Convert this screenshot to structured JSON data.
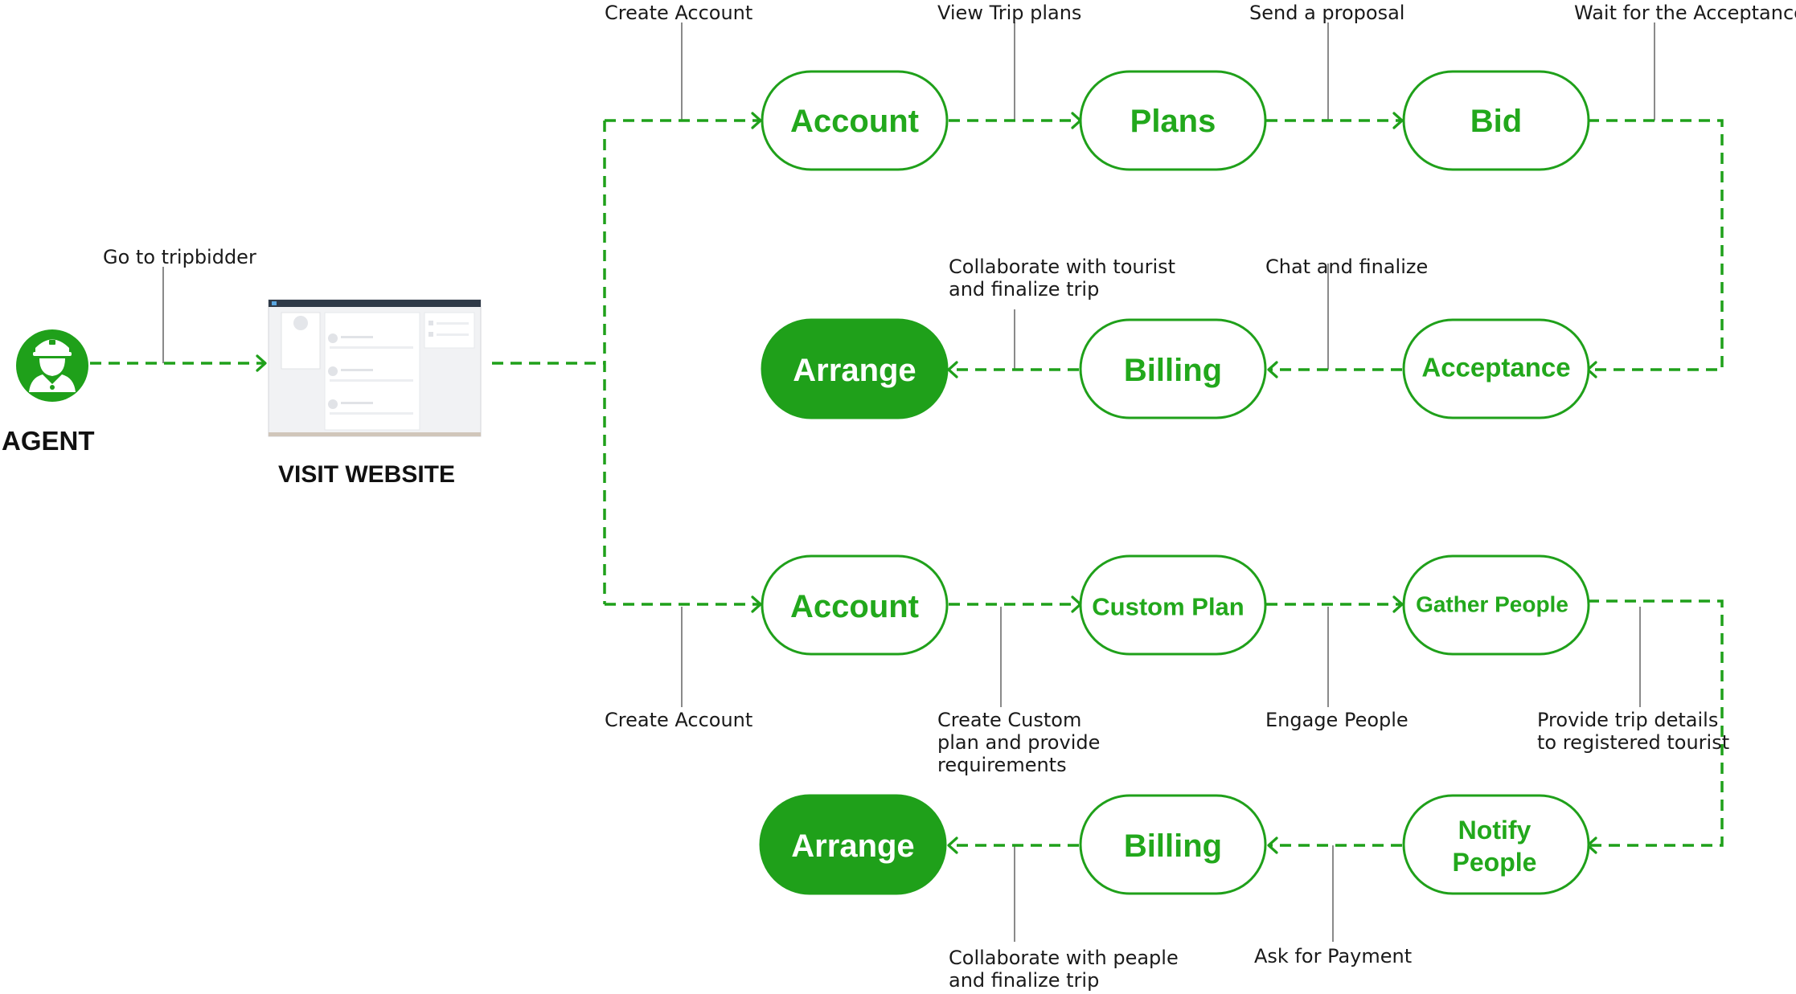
{
  "colors": {
    "accent": "#1fa01a",
    "accent_text": "#22a81c",
    "connector": "#8a8a8a",
    "text": "#1a1a1a",
    "white": "#ffffff"
  },
  "agent": {
    "icon": "agent-person-icon",
    "title": "AGENT"
  },
  "website": {
    "icon": "website-thumbnail",
    "title": "VISIT WEBSITE"
  },
  "edge_labels": {
    "go_to": "Go to tripbidder",
    "top_create_account": "Create Account",
    "view_trip_plans": "View Trip plans",
    "send_proposal": "Send a proposal",
    "wait_acceptance": "Wait for the Acceptance",
    "chat_finalize": "Chat and finalize",
    "collab_tourist_1": "Collaborate with tourist",
    "collab_tourist_2": "and finalize trip",
    "bottom_create_account": "Create Account",
    "create_custom_1": "Create Custom",
    "create_custom_2": "plan and provide",
    "create_custom_3": "requirements",
    "engage_people": "Engage People",
    "provide_details_1": "Provide trip details",
    "provide_details_2": "to registered tourist",
    "ask_payment": "Ask for Payment",
    "collab_people_1": "Collaborate with peaple",
    "collab_people_2": "and finalize trip"
  },
  "nodes": {
    "top_account": "Account",
    "top_plans": "Plans",
    "top_bid": "Bid",
    "top_acceptance": "Acceptance",
    "top_billing": "Billing",
    "top_arrange": "Arrange",
    "bot_account": "Account",
    "bot_custom_plan": "Custom Plan",
    "bot_gather_people": "Gather People",
    "bot_notify_1": "Notify",
    "bot_notify_2": "People",
    "bot_billing": "Billing",
    "bot_arrange": "Arrange"
  }
}
